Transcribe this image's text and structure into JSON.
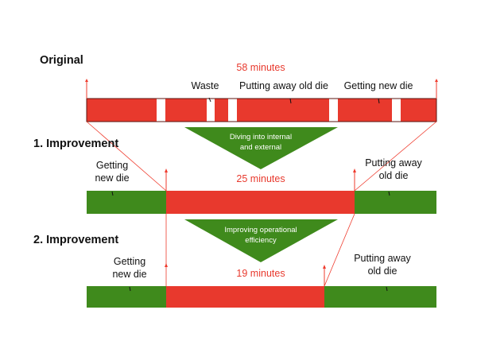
{
  "colors": {
    "red": "#e8392d",
    "green": "#3f8a1c",
    "outline": "#5a1410",
    "tick": "#ef3b2d"
  },
  "sections": {
    "original": {
      "heading": "Original",
      "duration": "58 minutes",
      "labels": {
        "waste": "Waste",
        "putting_away": "Putting away old die",
        "getting_new": "Getting new die"
      }
    },
    "improvement1": {
      "heading": "1.  Improvement",
      "duration": "25 minutes",
      "left_label": [
        "Getting",
        "new die"
      ],
      "right_label": [
        "Putting away",
        "old die"
      ],
      "arrow_text": [
        "Diving into internal",
        "and external"
      ]
    },
    "improvement2": {
      "heading": "2.  Improvement",
      "duration": "19 minutes",
      "left_label": [
        "Getting",
        "new die"
      ],
      "right_label": [
        "Putting away",
        "old die"
      ],
      "arrow_text": [
        "Improving operational",
        "efficiency"
      ]
    }
  }
}
